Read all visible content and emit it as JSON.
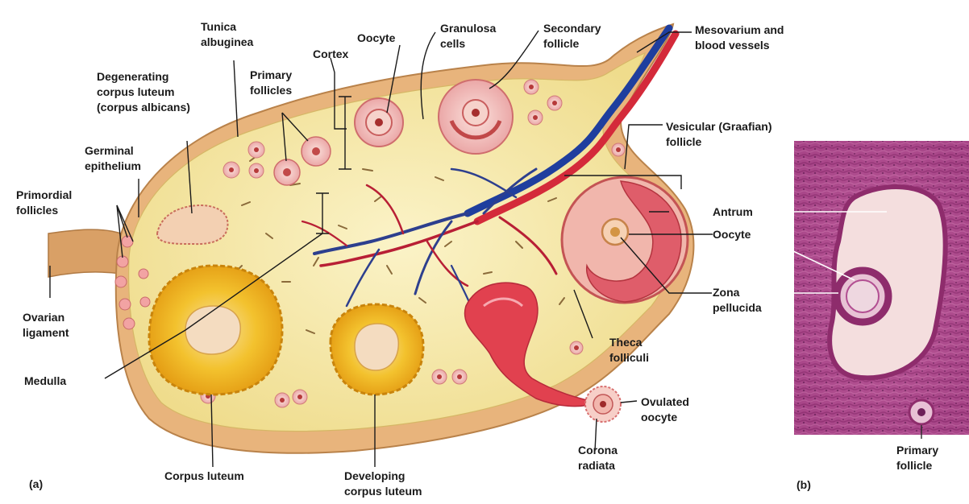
{
  "panel_labels": {
    "a": "(a)",
    "b": "(b)"
  },
  "labels": {
    "tunica_albuginea": [
      "Tunica",
      "albuginea"
    ],
    "oocyte_top": [
      "Oocyte"
    ],
    "granulosa_cells": [
      "Granulosa",
      "cells"
    ],
    "secondary_follicle": [
      "Secondary",
      "follicle"
    ],
    "mesovarium": [
      "Mesovarium and",
      "blood vessels"
    ],
    "degenerating_corpus_luteum": [
      "Degenerating",
      "corpus luteum",
      "(corpus albicans)"
    ],
    "primary_follicles": [
      "Primary",
      "follicles"
    ],
    "cortex": [
      "Cortex"
    ],
    "germinal_epithelium": [
      "Germinal",
      "epithelium"
    ],
    "vesicular_follicle": [
      "Vesicular (Graafian)",
      "follicle"
    ],
    "primordial_follicles": [
      "Primordial",
      "follicles"
    ],
    "antrum": [
      "Antrum"
    ],
    "oocyte_mid": [
      "Oocyte"
    ],
    "zona_pellucida": [
      "Zona",
      "pellucida"
    ],
    "ovarian_ligament": [
      "Ovarian",
      "ligament"
    ],
    "medulla": [
      "Medulla"
    ],
    "theca_folliculi": [
      "Theca",
      "folliculi"
    ],
    "ovulated_oocyte": [
      "Ovulated",
      "oocyte"
    ],
    "corona_radiata": [
      "Corona",
      "radiata"
    ],
    "corpus_luteum": [
      "Corpus luteum"
    ],
    "developing_corpus_luteum": [
      "Developing",
      "corpus luteum"
    ],
    "primary_follicle_b": [
      "Primary",
      "follicle"
    ]
  }
}
